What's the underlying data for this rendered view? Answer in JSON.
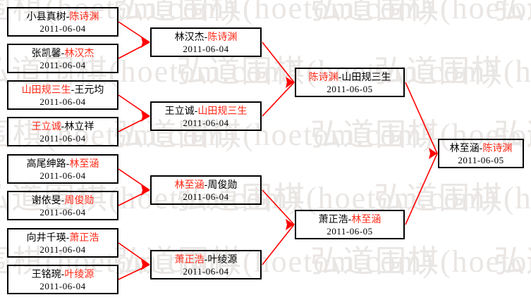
{
  "watermark": {
    "text": "弘道围棋(hoetom.com)",
    "color": "#e9e6e4"
  },
  "colors": {
    "winner": "#ff2a18",
    "loser": "#000000",
    "connector": "#ff0000",
    "box_border": "#000000",
    "background": "#ffffff"
  },
  "bracket": {
    "rounds": [
      {
        "name": "round-1",
        "matches": [
          {
            "left": "小县真树",
            "right": "陈诗渊",
            "winner": "right",
            "date": "2011-06-04"
          },
          {
            "left": "张凯馨",
            "right": "林汉杰",
            "winner": "right",
            "date": "2011-06-04"
          },
          {
            "left": "山田规三生",
            "right": "王元均",
            "winner": "left",
            "date": "2011-06-04"
          },
          {
            "left": "王立诚",
            "right": "林立祥",
            "winner": "left",
            "date": "2011-06-04"
          },
          {
            "left": "高尾绅路",
            "right": "林至涵",
            "winner": "right",
            "date": "2011-06-04"
          },
          {
            "left": "谢依旻",
            "right": "周俊勋",
            "winner": "right",
            "date": "2011-06-04"
          },
          {
            "left": "向井千瑛",
            "right": "萧正浩",
            "winner": "right",
            "date": "2011-06-04"
          },
          {
            "left": "王铭琬",
            "right": "叶绫源",
            "winner": "right",
            "date": "2011-06-04"
          }
        ]
      },
      {
        "name": "round-2",
        "matches": [
          {
            "left": "林汉杰",
            "right": "陈诗渊",
            "winner": "right",
            "date": "2011-06-04"
          },
          {
            "left": "王立诚",
            "right": "山田规三生",
            "winner": "right",
            "date": "2011-06-04"
          },
          {
            "left": "林至涵",
            "right": "周俊勋",
            "winner": "left",
            "date": "2011-06-04"
          },
          {
            "left": "萧正浩",
            "right": "叶绫源",
            "winner": "left",
            "date": "2011-06-04"
          }
        ]
      },
      {
        "name": "round-3",
        "matches": [
          {
            "left": "陈诗渊",
            "right": "山田规三生",
            "winner": "left",
            "date": "2011-06-05"
          },
          {
            "left": "萧正浩",
            "right": "林至涵",
            "winner": "right",
            "date": "2011-06-05"
          }
        ]
      },
      {
        "name": "final",
        "matches": [
          {
            "left": "林至涵",
            "right": "陈诗渊",
            "winner": "right",
            "date": "2011-06-05"
          }
        ]
      }
    ]
  }
}
